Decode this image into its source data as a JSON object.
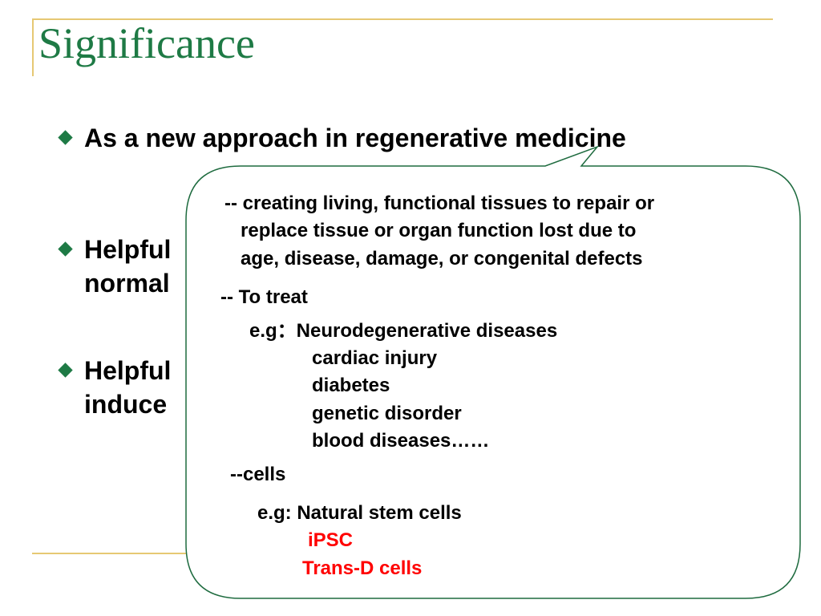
{
  "slide": {
    "title": "Significance",
    "accent_color": "#1e7a45",
    "rule_color": "#e6c873",
    "bullets": [
      {
        "line1": "As a new approach in regenerative medicine"
      },
      {
        "line1": "Helpful",
        "line2": "normal"
      },
      {
        "line1": "Helpful",
        "line2": "induce"
      }
    ],
    "callout": {
      "lines": [
        "-- creating living, functional tissues to repair or",
        "replace tissue or organ function lost due to",
        "age, disease, damage, or congenital defects",
        "-- To treat",
        "e.g：Neurodegenerative diseases",
        "cardiac injury",
        "diabetes",
        "genetic disorder",
        "blood diseases……",
        "--cells",
        "e.g:  Natural stem cells",
        "iPSC",
        "Trans-D cells"
      ],
      "highlight_color": "#ff0000"
    }
  }
}
